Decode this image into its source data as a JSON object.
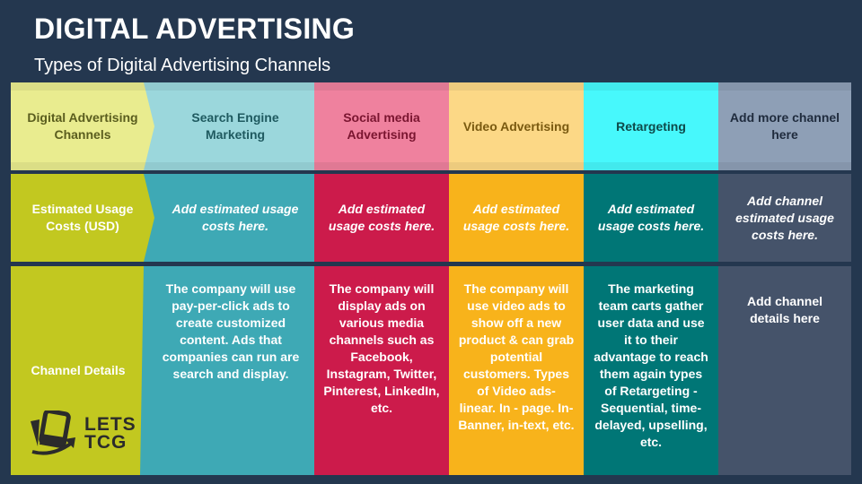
{
  "title": "DIGITAL ADVERTISING",
  "subtitle": "Types of Digital Advertising Channels",
  "row_labels": [
    "Digital Advertising Channels",
    "Estimated Usage Costs (USD)",
    "Channel Details"
  ],
  "channels": [
    {
      "name": "Search Engine Marketing",
      "cost": "Add estimated usage costs here.",
      "details": "The company will use pay-per-click ads to create customized content. Ads that companies can run are search and display."
    },
    {
      "name": "Social media Advertising",
      "cost": "Add estimated usage costs here.",
      "details": "The company will display ads on various media channels such as Facebook, Instagram, Twitter, Pinterest, LinkedIn, etc."
    },
    {
      "name": "Video Advertising",
      "cost": "Add estimated usage costs here.",
      "details": "The company will use video ads to show off a new product & can grab potential customers. Types of Video ads- linear. In - page. In-Banner, in-text, etc."
    },
    {
      "name": "Retargeting",
      "cost": "Add estimated usage costs here.",
      "details": "The marketing team carts gather user data and use it to their advantage to reach them again types of Retargeting -Sequential, time-delayed, upselling, etc."
    },
    {
      "name": "Add more channel here",
      "cost": "Add channel estimated usage costs here.",
      "details": "Add channel details here"
    }
  ],
  "logo": {
    "line1": "LETS",
    "line2": "TCG"
  },
  "colors": {
    "background": "#24374f",
    "olive": "#c2c820",
    "teal": "#3ea9b5",
    "crimson": "#cc1b4b",
    "orange": "#f8b31b",
    "darkteal": "#007676",
    "slate": "#45536a"
  }
}
